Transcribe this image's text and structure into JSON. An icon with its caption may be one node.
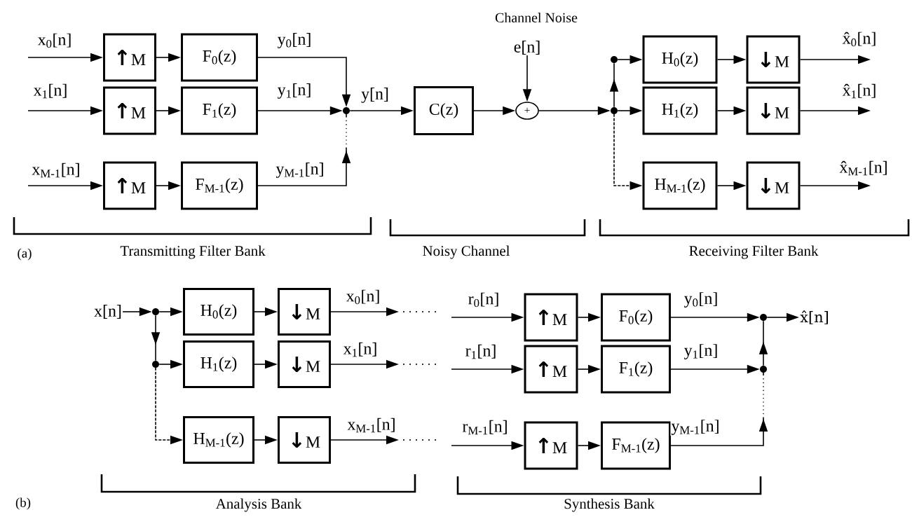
{
  "diagram": {
    "nodes": [
      {
        "text": [
          "↑M"
        ]
      },
      {
        "text": [
          "F$_{0}$(z)"
        ]
      },
      {
        "text": [
          "↑M"
        ]
      },
      {
        "text": [
          "F$_{1}$(z)"
        ]
      },
      {
        "text": [
          "↑M"
        ]
      },
      {
        "text": [
          "F$_{M-1}$(z)"
        ]
      },
      {
        "text": [],
        "shape": "circle"
      },
      {
        "text": [
          "C(z)"
        ]
      },
      {
        "text": [
          "e[n]"
        ]
      },
      {
        "text": [
          "+"
        ]
      },
      {
        "text": [],
        "shape": "circle"
      },
      {
        "text": [],
        "shape": "circle"
      },
      {
        "text": [
          "H$_{0}$(z)"
        ]
      },
      {
        "text": [
          "↓M"
        ]
      },
      {
        "text": [
          "H$_{1}$(z)"
        ]
      },
      {
        "text": [
          "↓M"
        ]
      },
      {
        "text": [
          "H$_{M-1}$(z)"
        ]
      },
      {
        "text": [
          "↓M"
        ]
      },
      {
        "text": [
          "x[n]"
        ]
      },
      {
        "text": [],
        "shape": "circle"
      },
      {
        "text": [],
        "shape": "circle"
      },
      {
        "text": [
          "H$_{0}$(z)"
        ]
      },
      {
        "text": [
          "↓M"
        ]
      },
      {
        "text": [
          "H$_{1}$(z)"
        ]
      },
      {
        "text": [
          "↓M"
        ]
      },
      {
        "text": [
          "H$_{M-1}$(z)"
        ]
      },
      {
        "text": [
          "↓M"
        ]
      },
      {
        "text": [
          "↑M"
        ]
      },
      {
        "text": [
          "F$_{0}$(z)"
        ]
      },
      {
        "text": [
          "↑M"
        ]
      },
      {
        "text": [
          "F$_{1}$(z)"
        ]
      },
      {
        "text": [
          "↑M"
        ]
      },
      {
        "text": [
          "F$_{M-1}$(z)"
        ]
      },
      {
        "text": [],
        "shape": "circle"
      },
      {
        "text": [],
        "shape": "circle"
      },
      {
        "text": [
          "x̂[n]"
        ]
      }
    ],
    "edges": [
      {
        "from": null,
        "to": 0,
        "arrow": "to",
        "label": "x$_{0}$[n]"
      },
      {
        "from": 0,
        "to": 1,
        "arrow": "to"
      },
      {
        "from": null,
        "to": 2,
        "arrow": "to",
        "label": "x$_{1}$[n]"
      },
      {
        "from": 2,
        "to": 3,
        "arrow": "to"
      },
      {
        "from": null,
        "to": 4,
        "arrow": "to",
        "label": "x$_{M-1}$[n]"
      },
      {
        "from": 4,
        "to": 5,
        "arrow": "to"
      },
      {
        "from": 1,
        "to": 6,
        "arrow": "to",
        "label": "y$_{0}$[n]"
      },
      {
        "from": 3,
        "to": 6,
        "arrow": "to",
        "label": "y$_{1}$[n]"
      },
      {
        "from": 5,
        "to": 6,
        "arrow": "to",
        "label": "y$_{M-1}$[n]",
        "style": "dashed"
      },
      {
        "from": 6,
        "to": 7,
        "arrow": "to",
        "label": "y[n]"
      },
      {
        "from": 7,
        "to": 9,
        "arrow": "to"
      },
      {
        "from": 8,
        "to": 9,
        "arrow": "to"
      },
      {
        "from": 9,
        "to": 11,
        "arrow": "to"
      },
      {
        "from": 11,
        "to": 10,
        "arrow": "to"
      },
      {
        "from": 10,
        "to": 12,
        "arrow": "to"
      },
      {
        "from": 11,
        "to": 14,
        "arrow": "to"
      },
      {
        "from": 11,
        "to": 16,
        "arrow": "to",
        "style": "dashed"
      },
      {
        "from": 12,
        "to": 13,
        "arrow": "to"
      },
      {
        "from": 14,
        "to": 15,
        "arrow": "to"
      },
      {
        "from": 16,
        "to": 17,
        "arrow": "to"
      },
      {
        "from": 13,
        "to": null,
        "arrow": "to",
        "label": "x̂$_{0}$[n]"
      },
      {
        "from": 15,
        "to": null,
        "arrow": "to",
        "label": "x̂$_{1}$[n]"
      },
      {
        "from": 17,
        "to": null,
        "arrow": "to",
        "label": "x̂$_{M-1}$[n]"
      },
      {
        "from": 18,
        "to": 19,
        "arrow": "to"
      },
      {
        "from": 19,
        "to": 21,
        "arrow": "to"
      },
      {
        "from": 19,
        "to": 20,
        "arrow": "to"
      },
      {
        "from": 20,
        "to": 23,
        "arrow": "to"
      },
      {
        "from": 20,
        "to": 25,
        "arrow": "to",
        "style": "dashed"
      },
      {
        "from": 21,
        "to": 22,
        "arrow": "to"
      },
      {
        "from": 23,
        "to": 24,
        "arrow": "to"
      },
      {
        "from": 25,
        "to": 26,
        "arrow": "to"
      },
      {
        "from": 22,
        "to": null,
        "arrow": "to",
        "label": "x$_{0}$[n]"
      },
      {
        "from": null,
        "to": 27,
        "arrow": "to",
        "label": "r$_{0}$[n]"
      },
      {
        "from": 24,
        "to": null,
        "arrow": "to",
        "label": "x$_{1}$[n]"
      },
      {
        "from": null,
        "to": 29,
        "arrow": "to",
        "label": "r$_{1}$[n]"
      },
      {
        "from": 26,
        "to": null,
        "arrow": "to",
        "label": "x$_{M-1}$[n]"
      },
      {
        "from": null,
        "to": 31,
        "arrow": "to",
        "label": "r$_{M-1}$[n]"
      },
      {
        "from": 27,
        "to": 28,
        "arrow": "to"
      },
      {
        "from": 29,
        "to": 30,
        "arrow": "to"
      },
      {
        "from": 31,
        "to": 32,
        "arrow": "to"
      },
      {
        "from": 28,
        "to": 33,
        "arrow": "to",
        "label": "y$_{0}$[n]"
      },
      {
        "from": 30,
        "to": 34,
        "arrow": "to",
        "label": "y$_{1}$[n]"
      },
      {
        "from": 32,
        "to": 34,
        "arrow": "to",
        "label": "y$_{M-1}$[n]",
        "style": "dashed"
      },
      {
        "from": 34,
        "to": 33,
        "arrow": "to"
      },
      {
        "from": 33,
        "to": 35,
        "arrow": "to"
      }
    ],
    "labels": [
      "Channel Noise",
      "Transmitting Filter Bank",
      "Noisy Channel",
      "Receiving Filter Bank",
      "(a)",
      "Analysis Bank",
      "Synthesis Bank",
      "(b)"
    ]
  }
}
